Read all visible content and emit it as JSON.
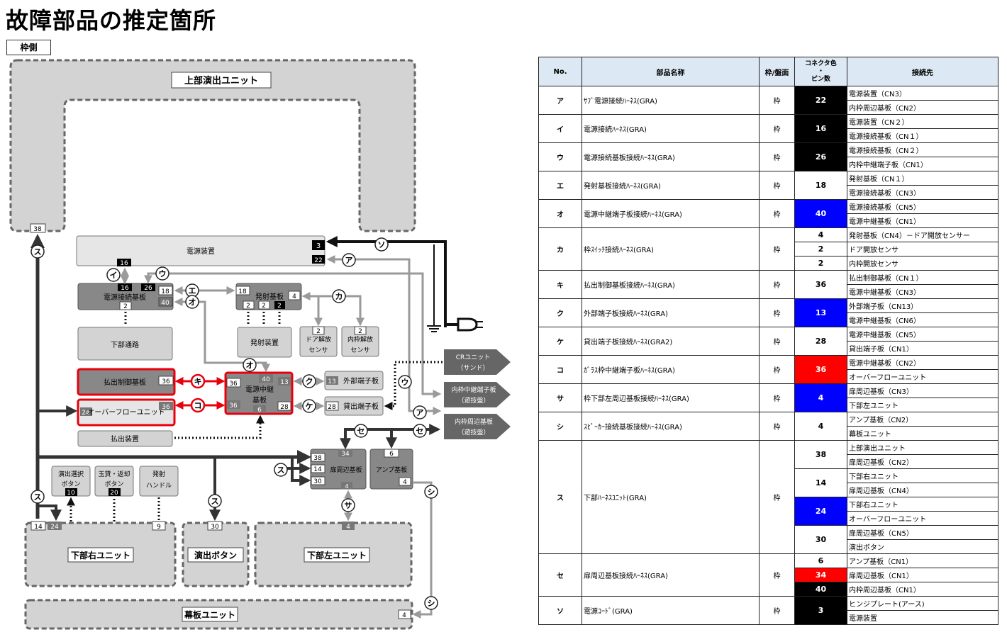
{
  "page": {
    "title": "故障部品の推定箇所",
    "side_label": "枠側"
  },
  "units": {
    "upper": "上部演出ユニット",
    "power": "電源装置",
    "power_conn": "電源接続基板",
    "lower_path": "下部通路",
    "emit_board": "発射基板",
    "emit_device": "発射装置",
    "door_sensor": [
      "ドア解放",
      "センサ"
    ],
    "inner_sensor": [
      "内枠解放",
      "センサ"
    ],
    "payout_ctrl": "払出制御基板",
    "overflow": "オーバーフローユニット",
    "payout_dev": "払出装置",
    "relay": [
      "電源中継",
      "基板"
    ],
    "ext_terminal": "外部端子板",
    "lend_terminal": "貸出端子板",
    "cr_unit": [
      "CRユニット",
      "（サンド）"
    ],
    "inner_relay": [
      "内枠中継端子板",
      "（遊技盤）"
    ],
    "inner_periph": [
      "内枠周辺基板",
      "（遊技盤）"
    ],
    "perf_select": [
      "演出選択",
      "ボタン"
    ],
    "ball_lend": [
      "玉貸・返却",
      "ボタン"
    ],
    "emit_handle": [
      "発射",
      "ハンドル"
    ],
    "door_periph": "扉周辺基板",
    "amp": "アンプ基板",
    "lower_right": "下部右ユニット",
    "perf_button": "演出ボタン",
    "lower_left": "下部左ユニット",
    "curtain": "幕板ユニット"
  },
  "pins": {
    "p38": "38",
    "p3": "3",
    "p22": "22",
    "p16a": "16",
    "p16": "16",
    "p26": "26",
    "p18": "18",
    "p2": "2",
    "p40": "40",
    "p18b": "18",
    "p4": "4",
    "p2a": "2",
    "p2b": "2",
    "p2c": "2",
    "p2d": "2",
    "p2e": "2",
    "p36a": "36",
    "p36b": "36",
    "p40b": "40",
    "p13": "13",
    "p13b": "13",
    "p24": "24",
    "p36c": "36",
    "p36d": "36",
    "p6": "6",
    "p28": "28",
    "p28b": "28",
    "p10": "10",
    "p20": "20",
    "p9": "9",
    "p38b": "38",
    "p14": "14",
    "p30": "30",
    "p34": "34",
    "p6b": "6",
    "p4b": "4",
    "p4c": "4",
    "p14b": "14",
    "p24b": "24",
    "p30b": "30",
    "p4d": "4",
    "p4e": "4"
  },
  "labels": {
    "a": "ア",
    "i": "イ",
    "u": "ウ",
    "e": "エ",
    "o": "オ",
    "ka": "カ",
    "ki": "キ",
    "ku": "ク",
    "ke": "ケ",
    "ko": "コ",
    "sa": "サ",
    "shi": "シ",
    "su": "ス",
    "se": "セ",
    "so": "ソ"
  },
  "colors": {
    "black": "#000000",
    "blue": "#0000ff",
    "red": "#ff0000",
    "header": "#dce8f3",
    "highlight": "#e8000d"
  },
  "table": {
    "headers": {
      "no": "No.",
      "name": "部品名称",
      "side": "枠/盤面",
      "color_pin": [
        "コネクタ色",
        "・",
        "ピン数"
      ],
      "dest": "接続先"
    },
    "rows": [
      {
        "no": "ア",
        "name": "ｻﾌﾞ電源接続ﾊｰﾈｽ(GRA)",
        "side": "枠",
        "subs": [
          {
            "pin": "22",
            "color": "bk",
            "span": 2,
            "dest": "電源装置（CN3）"
          },
          {
            "dest": "内枠周辺基板（CN2）"
          }
        ]
      },
      {
        "no": "イ",
        "name": "電源接続ﾊｰﾈｽ(GRA)",
        "side": "枠",
        "subs": [
          {
            "pin": "16",
            "color": "bk",
            "span": 2,
            "dest": "電源装置（CN２）"
          },
          {
            "dest": "電源接続基板（CN１）"
          }
        ]
      },
      {
        "no": "ウ",
        "name": "電源接続基板接続ﾊｰﾈｽ(GRA)",
        "side": "枠",
        "subs": [
          {
            "pin": "26",
            "color": "bk",
            "span": 2,
            "dest": "電源接続基板（CN２）"
          },
          {
            "dest": "内枠中継端子板（CN1）"
          }
        ]
      },
      {
        "no": "エ",
        "name": "発射基板接続ﾊｰﾈｽ(GRA)",
        "side": "枠",
        "subs": [
          {
            "pin": "18",
            "color": "",
            "span": 2,
            "dest": "発射基板（CN１）"
          },
          {
            "dest": "電源接続基板（CN3）"
          }
        ]
      },
      {
        "no": "オ",
        "name": "電源中継端子板接続ﾊｰﾈｽ(GRA)",
        "side": "枠",
        "subs": [
          {
            "pin": "40",
            "color": "bl",
            "span": 2,
            "dest": "電源接続基板（CN5）"
          },
          {
            "dest": "電源中継基板（CN1）"
          }
        ]
      },
      {
        "no": "カ",
        "name": "枠ｽｲｯﾁ接続ﾊｰﾈｽ(GRA)",
        "side": "枠",
        "subs": [
          {
            "pin": "4",
            "color": "",
            "span": 1,
            "dest": "発射基板（CN4）－ドア開放センサー"
          },
          {
            "pin": "2",
            "color": "",
            "span": 1,
            "dest": "ドア開放センサ"
          },
          {
            "pin": "2",
            "color": "",
            "span": 1,
            "dest": "内枠開放センサ"
          }
        ]
      },
      {
        "no": "キ",
        "name": "払出制御基板接続ﾊｰﾈｽ(GRA)",
        "side": "枠",
        "subs": [
          {
            "pin": "36",
            "color": "",
            "span": 2,
            "dest": "払出制御基板（CN１）"
          },
          {
            "dest": "電源中継基板（CN3）"
          }
        ]
      },
      {
        "no": "ク",
        "name": "外部端子板接続ﾊｰﾈｽ(GRA)",
        "side": "枠",
        "subs": [
          {
            "pin": "13",
            "color": "bl",
            "span": 2,
            "dest": "外部端子板（CN13）"
          },
          {
            "dest": "電源中継基板（CN6）"
          }
        ]
      },
      {
        "no": "ケ",
        "name": "貸出端子板接続ﾊｰﾈｽ(GRA2)",
        "side": "枠",
        "subs": [
          {
            "pin": "28",
            "color": "",
            "span": 2,
            "dest": "電源中継基板（CN5）"
          },
          {
            "dest": "貸出端子板（CN1）"
          }
        ]
      },
      {
        "no": "コ",
        "name": "ｶﾞﾗｽ枠中継端子板ﾊｰﾈｽ(GRA)",
        "side": "枠",
        "subs": [
          {
            "pin": "36",
            "color": "rd",
            "span": 2,
            "dest": "電源中継基板（CN2）"
          },
          {
            "dest": "オーバーフローユニット"
          }
        ]
      },
      {
        "no": "サ",
        "name": "枠下部左周辺基板接続ﾊｰﾈｽ(GRA)",
        "side": "枠",
        "subs": [
          {
            "pin": "4",
            "color": "bl",
            "span": 2,
            "dest": "扉周辺基板（CN3）"
          },
          {
            "dest": "下部左ユニット"
          }
        ]
      },
      {
        "no": "シ",
        "name": "ｽﾋﾟｰｶｰ接続基板接続ﾊｰﾈｽ(GRA)",
        "side": "枠",
        "subs": [
          {
            "pin": "4",
            "color": "",
            "span": 2,
            "dest": "アンプ基板（CN2）"
          },
          {
            "dest": "幕板ユニット"
          }
        ]
      },
      {
        "no": "ス",
        "name": "下部ﾊｰﾈｽﾕﾆｯﾄ(GRA)",
        "side": "枠",
        "subs": [
          {
            "pin": "38",
            "color": "",
            "span": 2,
            "dest": "上部演出ユニット"
          },
          {
            "dest": "扉周辺基板（CN2）"
          },
          {
            "pin": "14",
            "color": "",
            "span": 2,
            "dest": "下部右ユニット"
          },
          {
            "dest": "扉周辺基板（CN4）"
          },
          {
            "pin": "24",
            "color": "bl",
            "span": 2,
            "dest": "下部右ユニット"
          },
          {
            "dest": "オーバーフローユニット"
          },
          {
            "pin": "30",
            "color": "",
            "span": 2,
            "dest": "扉周辺基板（CN5）"
          },
          {
            "dest": "演出ボタン"
          }
        ]
      },
      {
        "no": "セ",
        "name": "扉周辺基板接続ﾊｰﾈｽ(GRA)",
        "side": "枠",
        "subs": [
          {
            "pin": "6",
            "color": "",
            "span": 1,
            "dest": "アンプ基板（CN1）"
          },
          {
            "pin": "34",
            "color": "rd",
            "span": 1,
            "dest": "扉周辺基板（CN1）"
          },
          {
            "pin": "40",
            "color": "bk",
            "span": 1,
            "dest": "内枠周辺基板（CN1）"
          }
        ]
      },
      {
        "no": "ソ",
        "name": "電源ｺｰﾄﾞ(GRA)",
        "side": "枠",
        "subs": [
          {
            "pin": "3",
            "color": "bk",
            "span": 2,
            "dest": "ヒンジプレート(アース)"
          },
          {
            "dest": "電源装置"
          }
        ]
      }
    ]
  }
}
